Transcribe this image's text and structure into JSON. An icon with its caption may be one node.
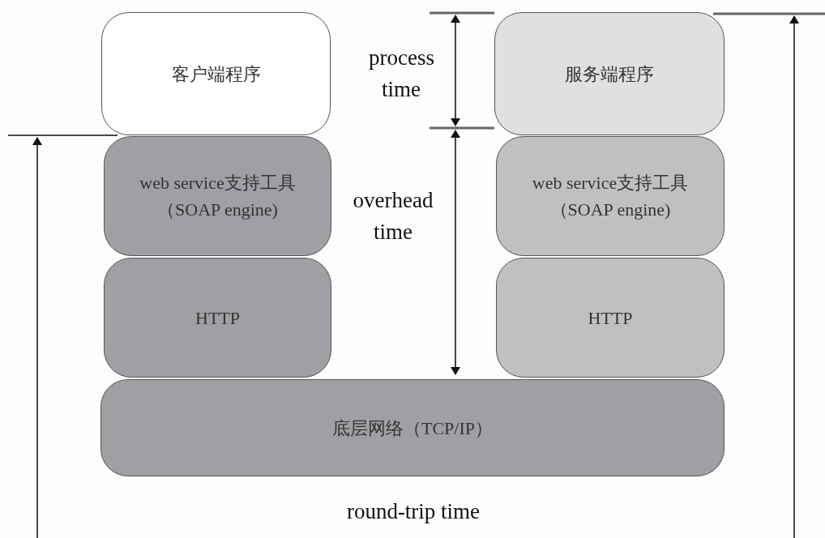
{
  "diagram": {
    "nodes": [
      {
        "text": [
          "客户端程序"
        ]
      },
      {
        "text": [
          "web service支持工具（SOAP engine)"
        ]
      },
      {
        "text": [
          "HTTP"
        ]
      },
      {
        "text": [
          "服务端程序"
        ]
      },
      {
        "text": [
          "web service支持工具（SOAP engine)"
        ]
      },
      {
        "text": [
          "HTTP"
        ]
      },
      {
        "text": [
          "底层网络（TCP/IP）"
        ]
      }
    ],
    "labels": [
      "process time",
      "overhead time",
      "round-trip time"
    ]
  }
}
